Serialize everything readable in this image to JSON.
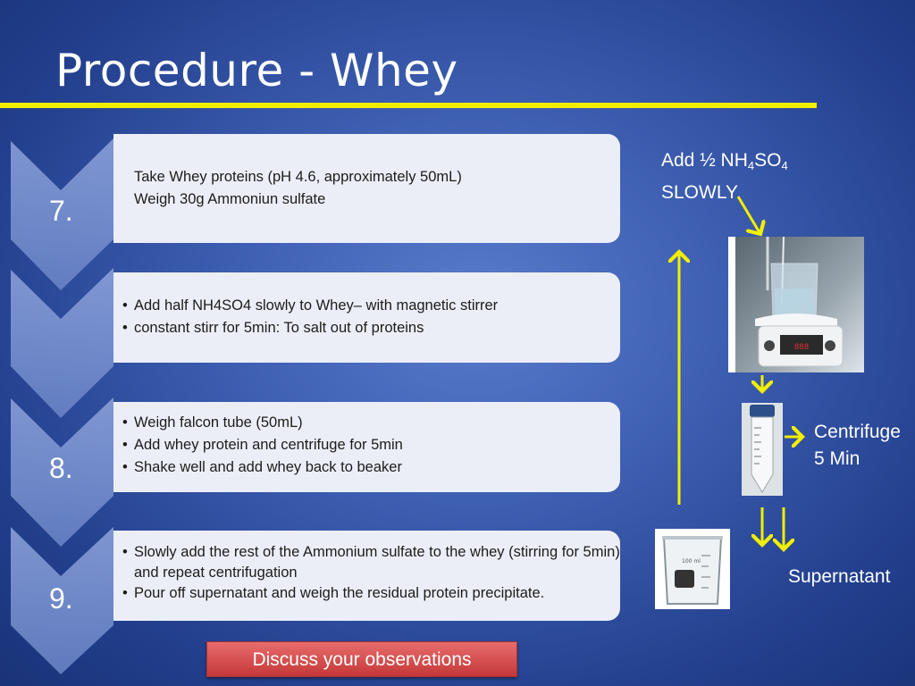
{
  "slide": {
    "title": "Procedure - Whey"
  },
  "steps": [
    {
      "number": "7.",
      "lines": [
        "Take Whey proteins (pH 4.6, approximately 50mL)",
        "Weigh 30g Ammoniun sulfate"
      ]
    },
    {
      "number": "",
      "bullets": [
        "Add half NH4SO4 slowly to Whey– with magnetic stirrer",
        "constant stirr for 5min: To salt out of proteins"
      ]
    },
    {
      "number": "8.",
      "bullets": [
        "Weigh falcon tube (50mL)",
        "Add whey protein and centrifuge for 5min",
        "Shake well and add whey back to beaker"
      ]
    },
    {
      "number": "9.",
      "bullets": [
        "Slowly add the rest of the Ammonium sulfate to the whey (stirring for 5min) and repeat centrifugation",
        "Pour off supernatant and weigh the residual protein precipitate."
      ]
    }
  ],
  "side": {
    "add_prefix": "Add ½ NH",
    "add_sub1": "4",
    "add_mid": "SO",
    "add_sub2": "4",
    "add_slowly": "SLOWLY",
    "centrifuge": "Centrifuge",
    "centrifuge_time": "5 Min",
    "supernatant": "Supernatant",
    "beaker_label": "100 ml"
  },
  "button": {
    "discuss": "Discuss your observations"
  },
  "colors": {
    "accent_yellow": "#f2ee00",
    "card_bg": "#eceef7",
    "chevron": "#7c96d4",
    "button_red": "#d24a4a"
  }
}
